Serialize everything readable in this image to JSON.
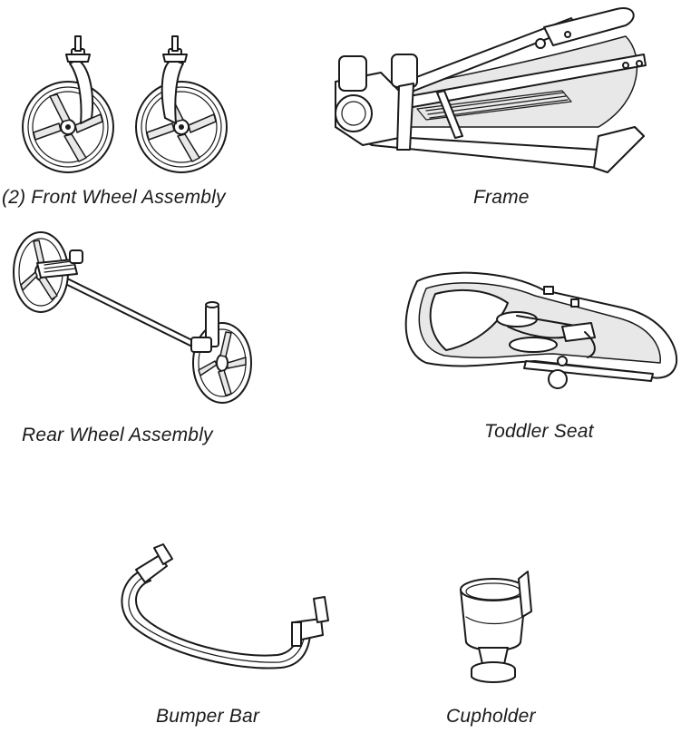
{
  "parts": {
    "front_wheel": {
      "label": "(2) Front Wheel Assembly"
    },
    "frame": {
      "label": "Frame"
    },
    "rear_wheel": {
      "label": "Rear Wheel Assembly"
    },
    "toddler_seat": {
      "label": "Toddler Seat"
    },
    "bumper_bar": {
      "label": "Bumper Bar"
    },
    "cupholder": {
      "label": "Cupholder"
    }
  }
}
